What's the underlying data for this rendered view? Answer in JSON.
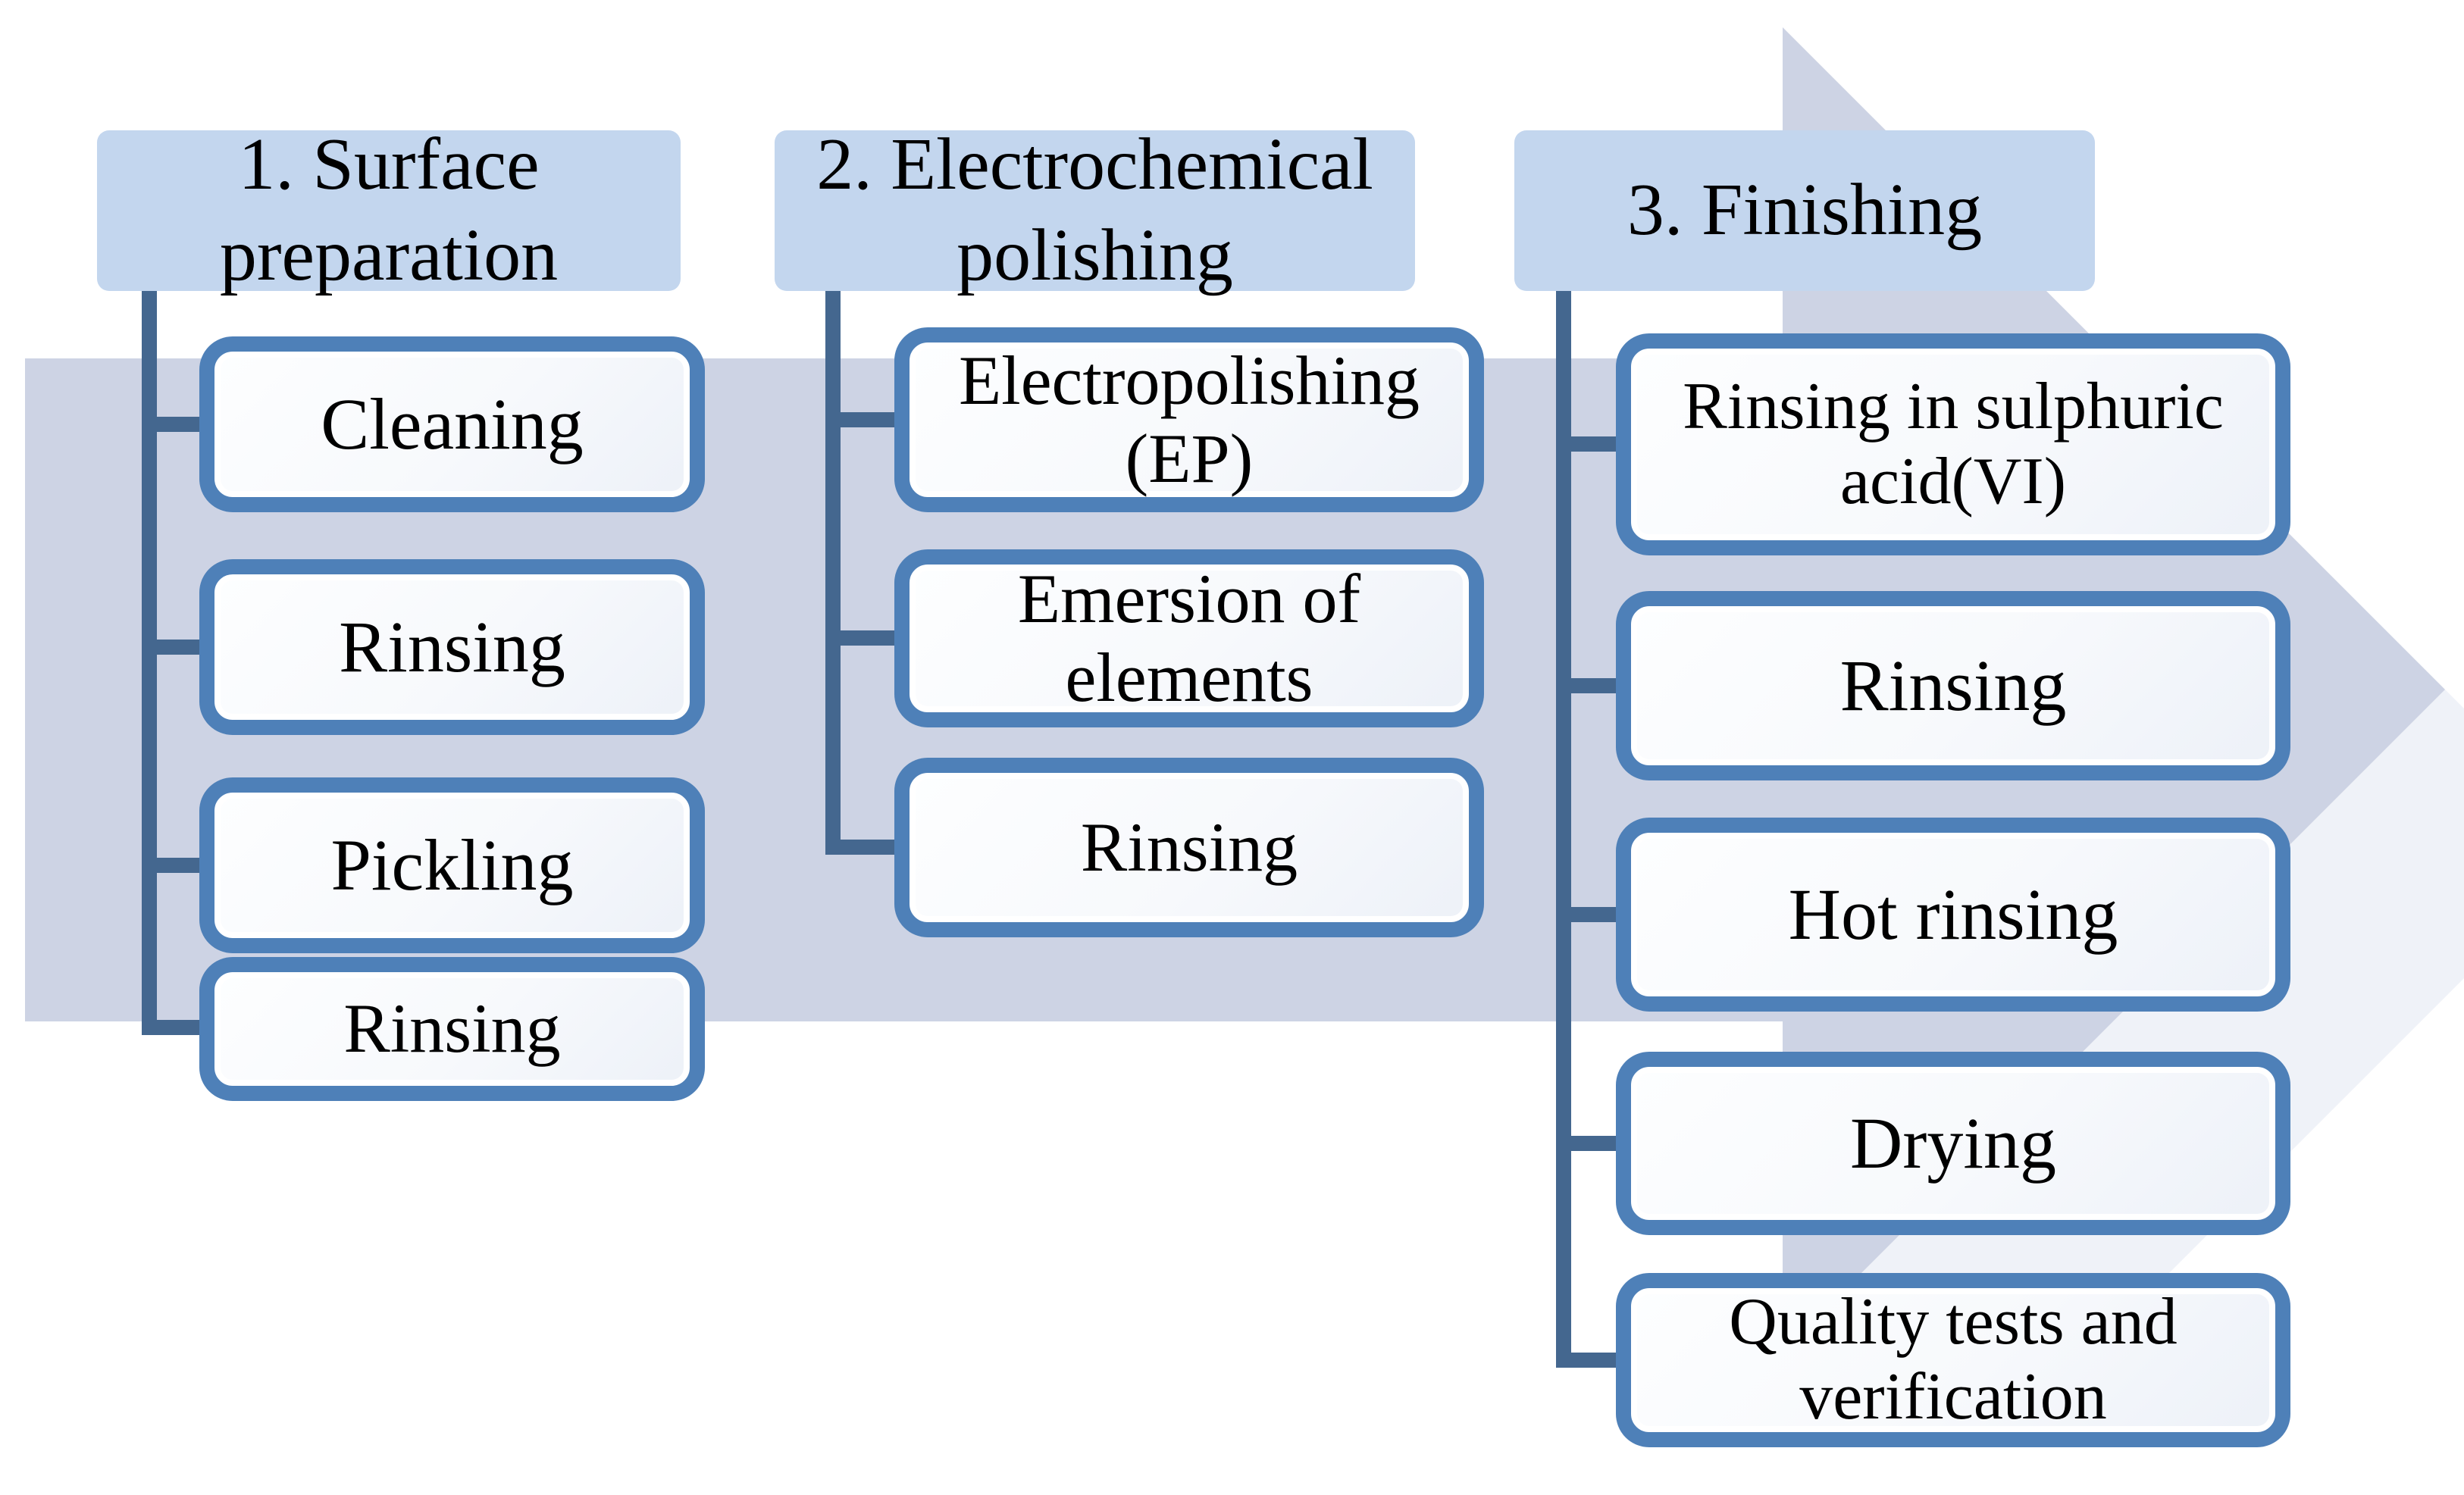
{
  "diagram": {
    "columns": [
      {
        "title": "1. Surface preparation",
        "steps": [
          "Cleaning",
          "Rinsing",
          "Pickling",
          "Rinsing"
        ]
      },
      {
        "title": "2. Electrochemical polishing",
        "steps": [
          "Electropolishing (EP)",
          "Emersion of elements",
          "Rinsing"
        ]
      },
      {
        "title": "3. Finishing",
        "steps": [
          "Rinsing in sulphuric acid(VI)",
          "Rinsing",
          "Hot rinsing",
          "Drying",
          "Quality tests and verification"
        ]
      }
    ],
    "colors": {
      "header_fill": "#c3d6ee",
      "box_border": "#4e80b8",
      "box_fill": "#f7f9fc",
      "connector": "#44678f",
      "arrow_fill": "#cdd3e4",
      "arrow_soft_band": "#e9edf6",
      "text": "#000000"
    }
  }
}
